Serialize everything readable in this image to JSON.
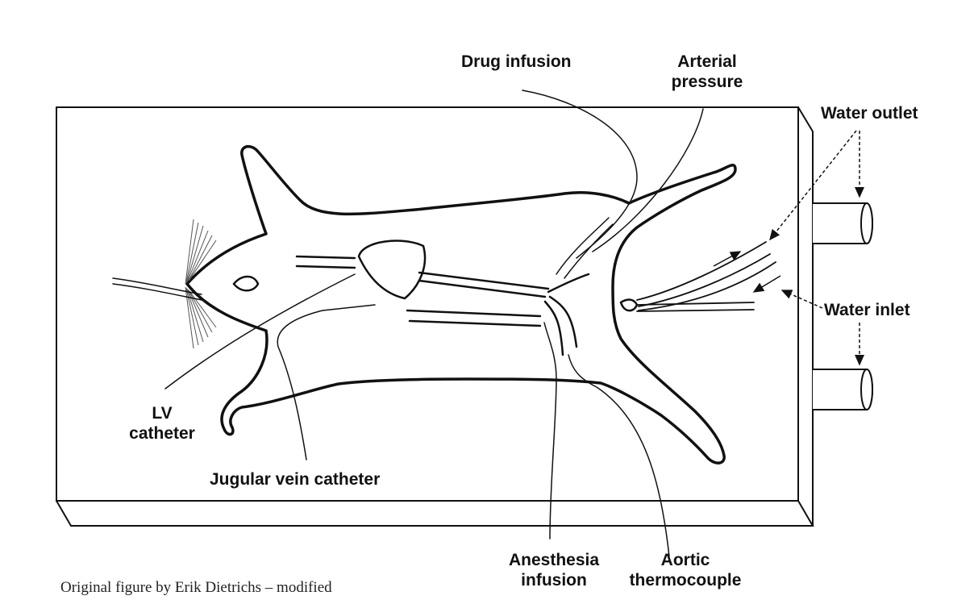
{
  "labels": {
    "drug_infusion": "Drug infusion",
    "arterial_pressure_line1": "Arterial",
    "arterial_pressure_line2": "pressure",
    "water_outlet": "Water outlet",
    "water_inlet": "Water inlet",
    "lv_catheter_line1": "LV",
    "lv_catheter_line2": "catheter",
    "jugular_vein_catheter": "Jugular vein catheter",
    "anesthesia_infusion_line1": "Anesthesia",
    "anesthesia_infusion_line2": "infusion",
    "aortic_thermocouple_line1": "Aortic",
    "aortic_thermocouple_line2": "thermocouple"
  },
  "credit": "Original figure by Erik Dietrichs – modified",
  "colors": {
    "line": "#111111",
    "text": "#111111",
    "background": "#ffffff"
  }
}
